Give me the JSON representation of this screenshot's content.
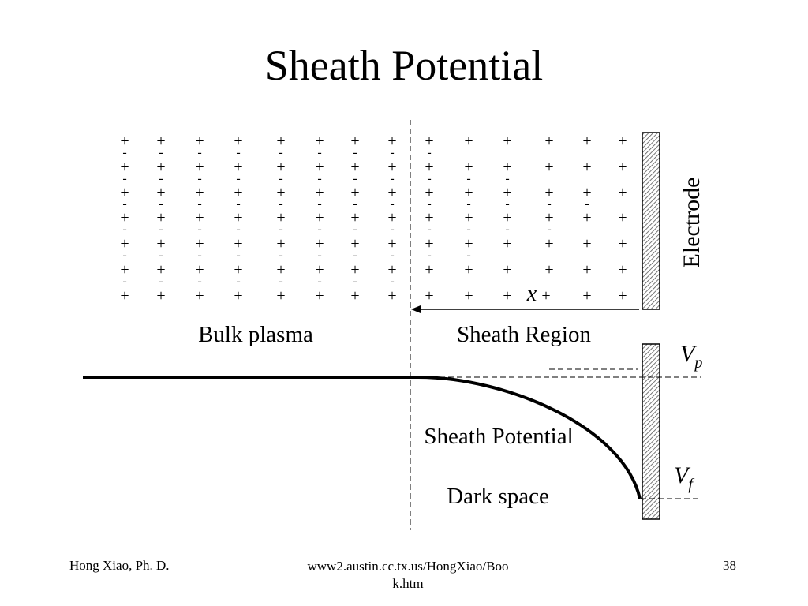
{
  "slide": {
    "title": "Sheath Potential",
    "page_number": "38"
  },
  "footer": {
    "author": "Hong Xiao, Ph. D.",
    "url_line1": "www2.austin.cc.tx.us/HongXiao/Boo",
    "url_line2": "k.htm"
  },
  "diagram": {
    "plus_sign": "+",
    "minus_sign": "-",
    "electrode_label": "Electrode",
    "x_label": "x",
    "bulk_label": "Bulk plasma",
    "sheath_region_label": "Sheath Region",
    "sheath_potential_label": "Sheath Potential",
    "dark_space_label": "Dark space",
    "vp_main": "V",
    "vp_sub": "p",
    "vf_main": "V",
    "vf_sub": "f",
    "hatch_color": "#555555"
  }
}
